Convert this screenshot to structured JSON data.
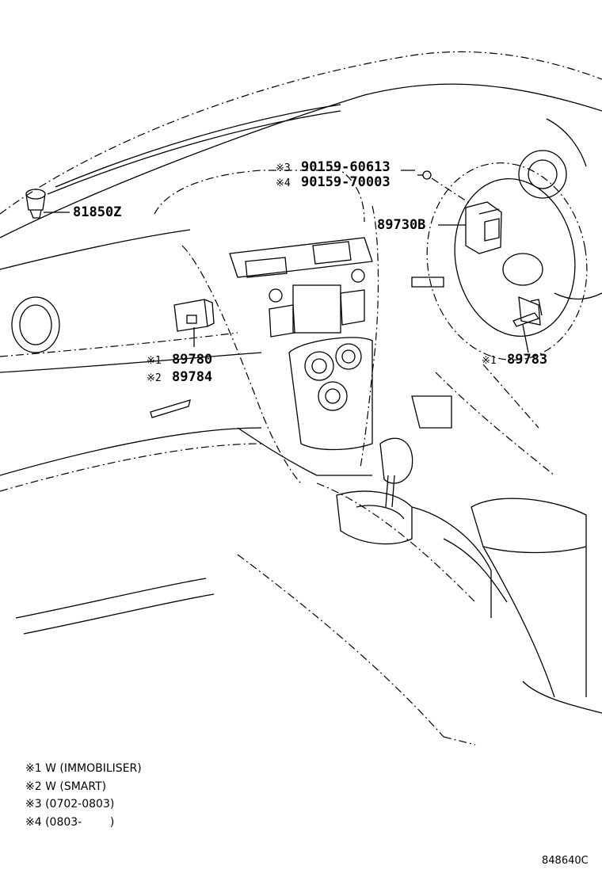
{
  "parts": [
    {
      "id": "p1",
      "number": "81850Z",
      "mark": ""
    },
    {
      "id": "p2",
      "number": "90159-60613",
      "mark": "※3"
    },
    {
      "id": "p3",
      "number": "90159-70003",
      "mark": "※4"
    },
    {
      "id": "p4",
      "number": "89730B",
      "mark": ""
    },
    {
      "id": "p5",
      "number": "89780",
      "mark": "※1"
    },
    {
      "id": "p6",
      "number": "89784",
      "mark": "※2"
    },
    {
      "id": "p7",
      "number": "89783",
      "mark": "※1"
    }
  ],
  "legend": [
    "※1 W (IMMOBILISER)",
    "※2 W (SMART)",
    "※3 (0702-0803)",
    "※4 (0803-        )"
  ],
  "diagram_code": "848640C"
}
